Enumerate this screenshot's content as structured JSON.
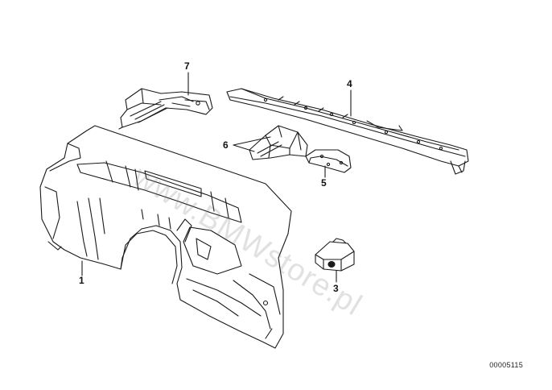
{
  "callouts": {
    "c1": "1",
    "c2": "7",
    "c3": "4",
    "c4": "6",
    "c5": "5",
    "c6": "3"
  },
  "diagram_id": "00005115",
  "watermark": "www.BMWstore.pl",
  "colors": {
    "line": "#1a1a1a",
    "fill": "#ffffff",
    "watermark": "#bdbdbd"
  }
}
